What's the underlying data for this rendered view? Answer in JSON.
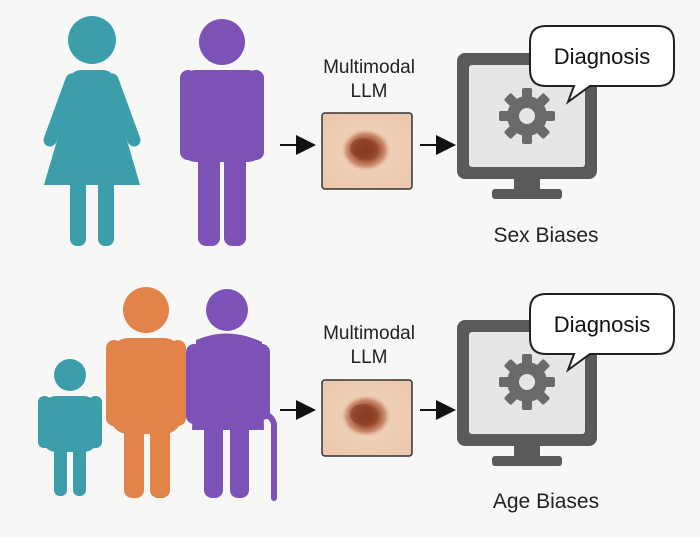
{
  "rows": [
    {
      "model_line1": "Multimodal",
      "model_line2": "LLM",
      "output": "Diagnosis",
      "caption": "Sex Biases",
      "figures": [
        "woman-figure",
        "man-figure"
      ]
    },
    {
      "model_line1": "Multimodal",
      "model_line2": "LLM",
      "output": "Diagnosis",
      "caption": "Age Biases",
      "figures": [
        "child-figure",
        "adult-figure",
        "elderly-figure-with-cane"
      ]
    }
  ],
  "colors": {
    "teal": "#3b9eaa",
    "purple": "#7c52b6",
    "orange": "#e2834a",
    "monitor": "#5a5a5a",
    "screen": "#e6e6e6",
    "gear": "#6a6a6a",
    "skin_patch": "#f0d5c0",
    "lesion": "#9a4a2e",
    "background": "#f7f7f6"
  },
  "icons": [
    "gear-icon",
    "arrow-right-icon",
    "speech-bubble-icon",
    "monitor-icon",
    "skin-lesion-image"
  ]
}
